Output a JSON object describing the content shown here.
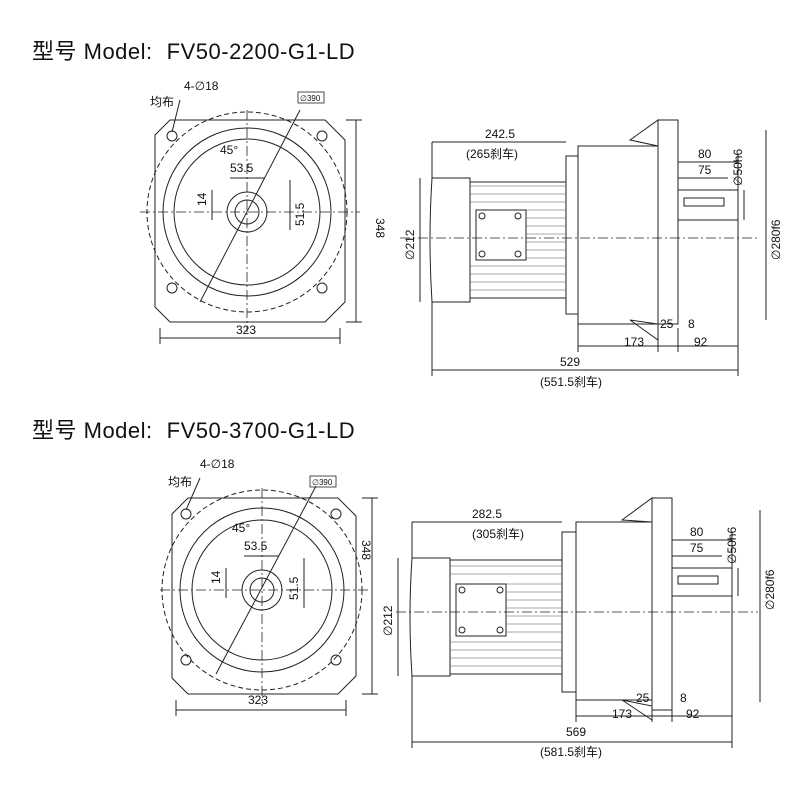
{
  "models": [
    {
      "title_prefix": "型号 Model:",
      "title_code": "FV50-2200-G1-LD",
      "hole_label": "4-∅18",
      "even_label": "均布",
      "pcd_label": "∅390",
      "angle_label": "45°",
      "shaft_key_width": "14",
      "shaft_key_height": "51.5",
      "shaft_dim": "53.5",
      "flange_width": "323",
      "flange_height": "348",
      "motor_length": "242.5",
      "motor_length_brake": "(265刹车)",
      "motor_dia": "∅212",
      "shaft_len_80": "80",
      "shaft_len_75": "75",
      "shaft_dia": "∅50h6",
      "spigot_dia": "∅280f6",
      "dim_25": "25",
      "dim_8": "8",
      "dim_173": "173",
      "dim_92": "92",
      "total_length": "529",
      "total_length_brake": "(551.5刹车)"
    },
    {
      "title_prefix": "型号 Model:",
      "title_code": "FV50-3700-G1-LD",
      "hole_label": "4-∅18",
      "even_label": "均布",
      "pcd_label": "∅390",
      "angle_label": "45°",
      "shaft_key_width": "14",
      "shaft_key_height": "51.5",
      "shaft_dim": "53.5",
      "flange_width": "323",
      "flange_height": "348",
      "motor_length": "282.5",
      "motor_length_brake": "(305刹车)",
      "motor_dia": "∅212",
      "shaft_len_80": "80",
      "shaft_len_75": "75",
      "shaft_dia": "∅50h6",
      "spigot_dia": "∅280f6",
      "dim_25": "25",
      "dim_8": "8",
      "dim_173": "173",
      "dim_92": "92",
      "total_length": "569",
      "total_length_brake": "(581.5刹车)"
    }
  ]
}
